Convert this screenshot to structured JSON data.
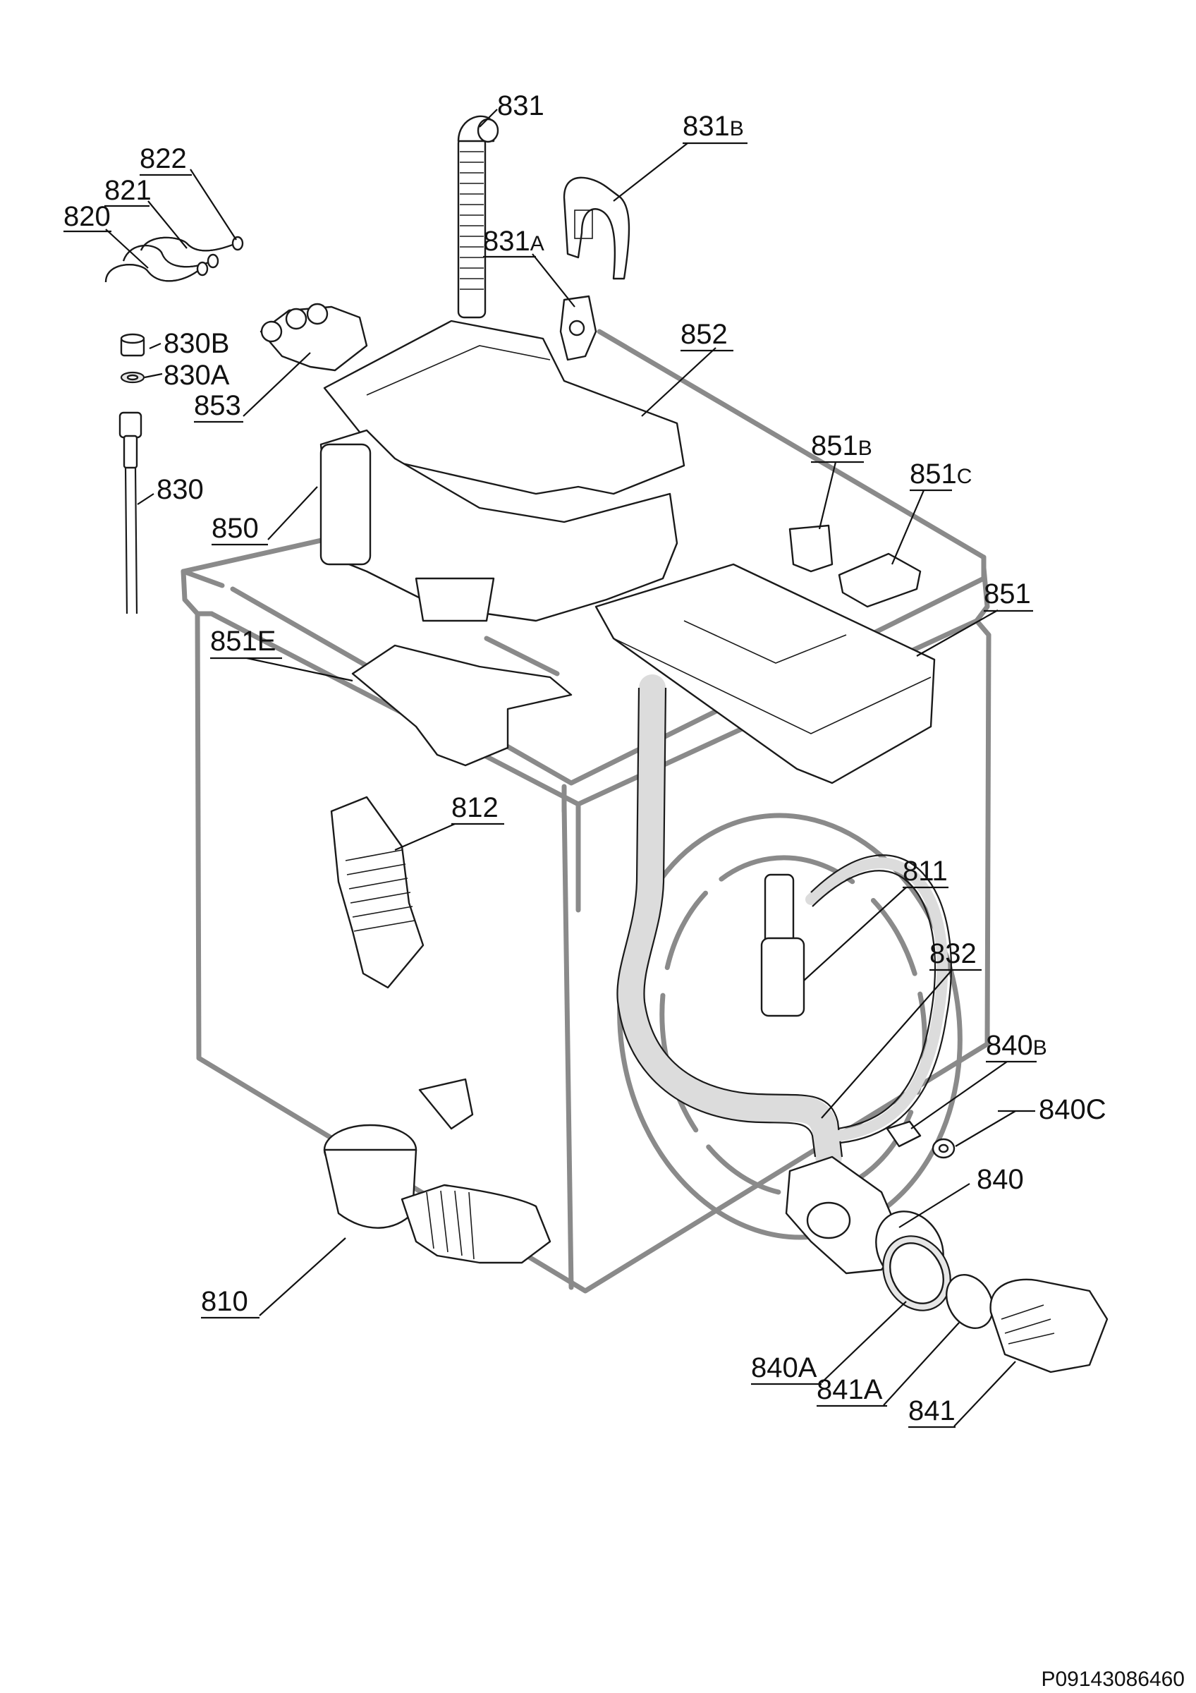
{
  "diagram": {
    "code": "P09143086460",
    "labels": [
      {
        "key": "l831",
        "main": "831",
        "suffix": ""
      },
      {
        "key": "l831b",
        "main": "831",
        "suffix": "B"
      },
      {
        "key": "l822",
        "main": "822",
        "suffix": ""
      },
      {
        "key": "l821",
        "main": "821",
        "suffix": ""
      },
      {
        "key": "l820",
        "main": "820",
        "suffix": ""
      },
      {
        "key": "l831a",
        "main": "831",
        "suffix": "A"
      },
      {
        "key": "l830b",
        "main": "830",
        "suffix": "B"
      },
      {
        "key": "l830a",
        "main": "830",
        "suffix": "A"
      },
      {
        "key": "l853",
        "main": "853",
        "suffix": ""
      },
      {
        "key": "l852",
        "main": "852",
        "suffix": ""
      },
      {
        "key": "l830",
        "main": "830",
        "suffix": ""
      },
      {
        "key": "l850",
        "main": "850",
        "suffix": ""
      },
      {
        "key": "l851b",
        "main": "851",
        "suffix": "B"
      },
      {
        "key": "l851c",
        "main": "851",
        "suffix": "C"
      },
      {
        "key": "l851",
        "main": "851",
        "suffix": ""
      },
      {
        "key": "l851e",
        "main": "851",
        "suffix": "E"
      },
      {
        "key": "l812",
        "main": "812",
        "suffix": ""
      },
      {
        "key": "l811",
        "main": "811",
        "suffix": ""
      },
      {
        "key": "l832",
        "main": "832",
        "suffix": ""
      },
      {
        "key": "l840b",
        "main": "840",
        "suffix": "B"
      },
      {
        "key": "l840c",
        "main": "840",
        "suffix": "C"
      },
      {
        "key": "l840",
        "main": "840",
        "suffix": ""
      },
      {
        "key": "l810",
        "main": "810",
        "suffix": ""
      },
      {
        "key": "l840a",
        "main": "840",
        "suffix": "A"
      },
      {
        "key": "l841a",
        "main": "841",
        "suffix": "A"
      },
      {
        "key": "l841",
        "main": "841",
        "suffix": ""
      }
    ]
  }
}
